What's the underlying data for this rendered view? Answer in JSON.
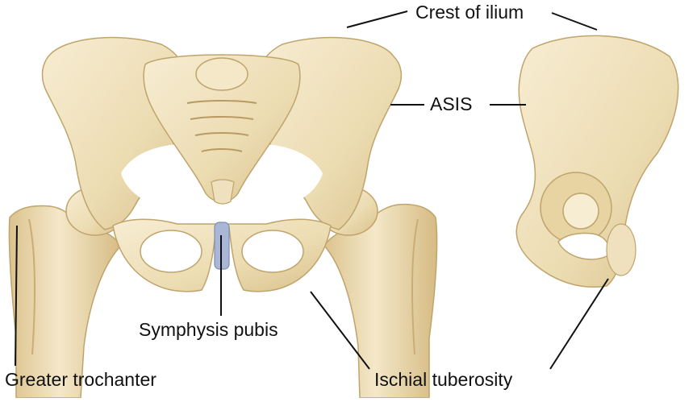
{
  "labels": {
    "crest_of_ilium": "Crest of ilium",
    "asis": "ASIS",
    "symphysis_pubis": "Symphysis pubis",
    "greater_trochanter": "Greater trochanter",
    "ischial_tuberosity": "Ischial tuberosity"
  },
  "colors": {
    "bone_fill": "#ecdcb2",
    "bone_shade": "#cdb27a",
    "bone_highlight": "#f8efd6",
    "cartilage": "#a9b6d6",
    "leader_line": "#111111",
    "text": "#111111"
  }
}
